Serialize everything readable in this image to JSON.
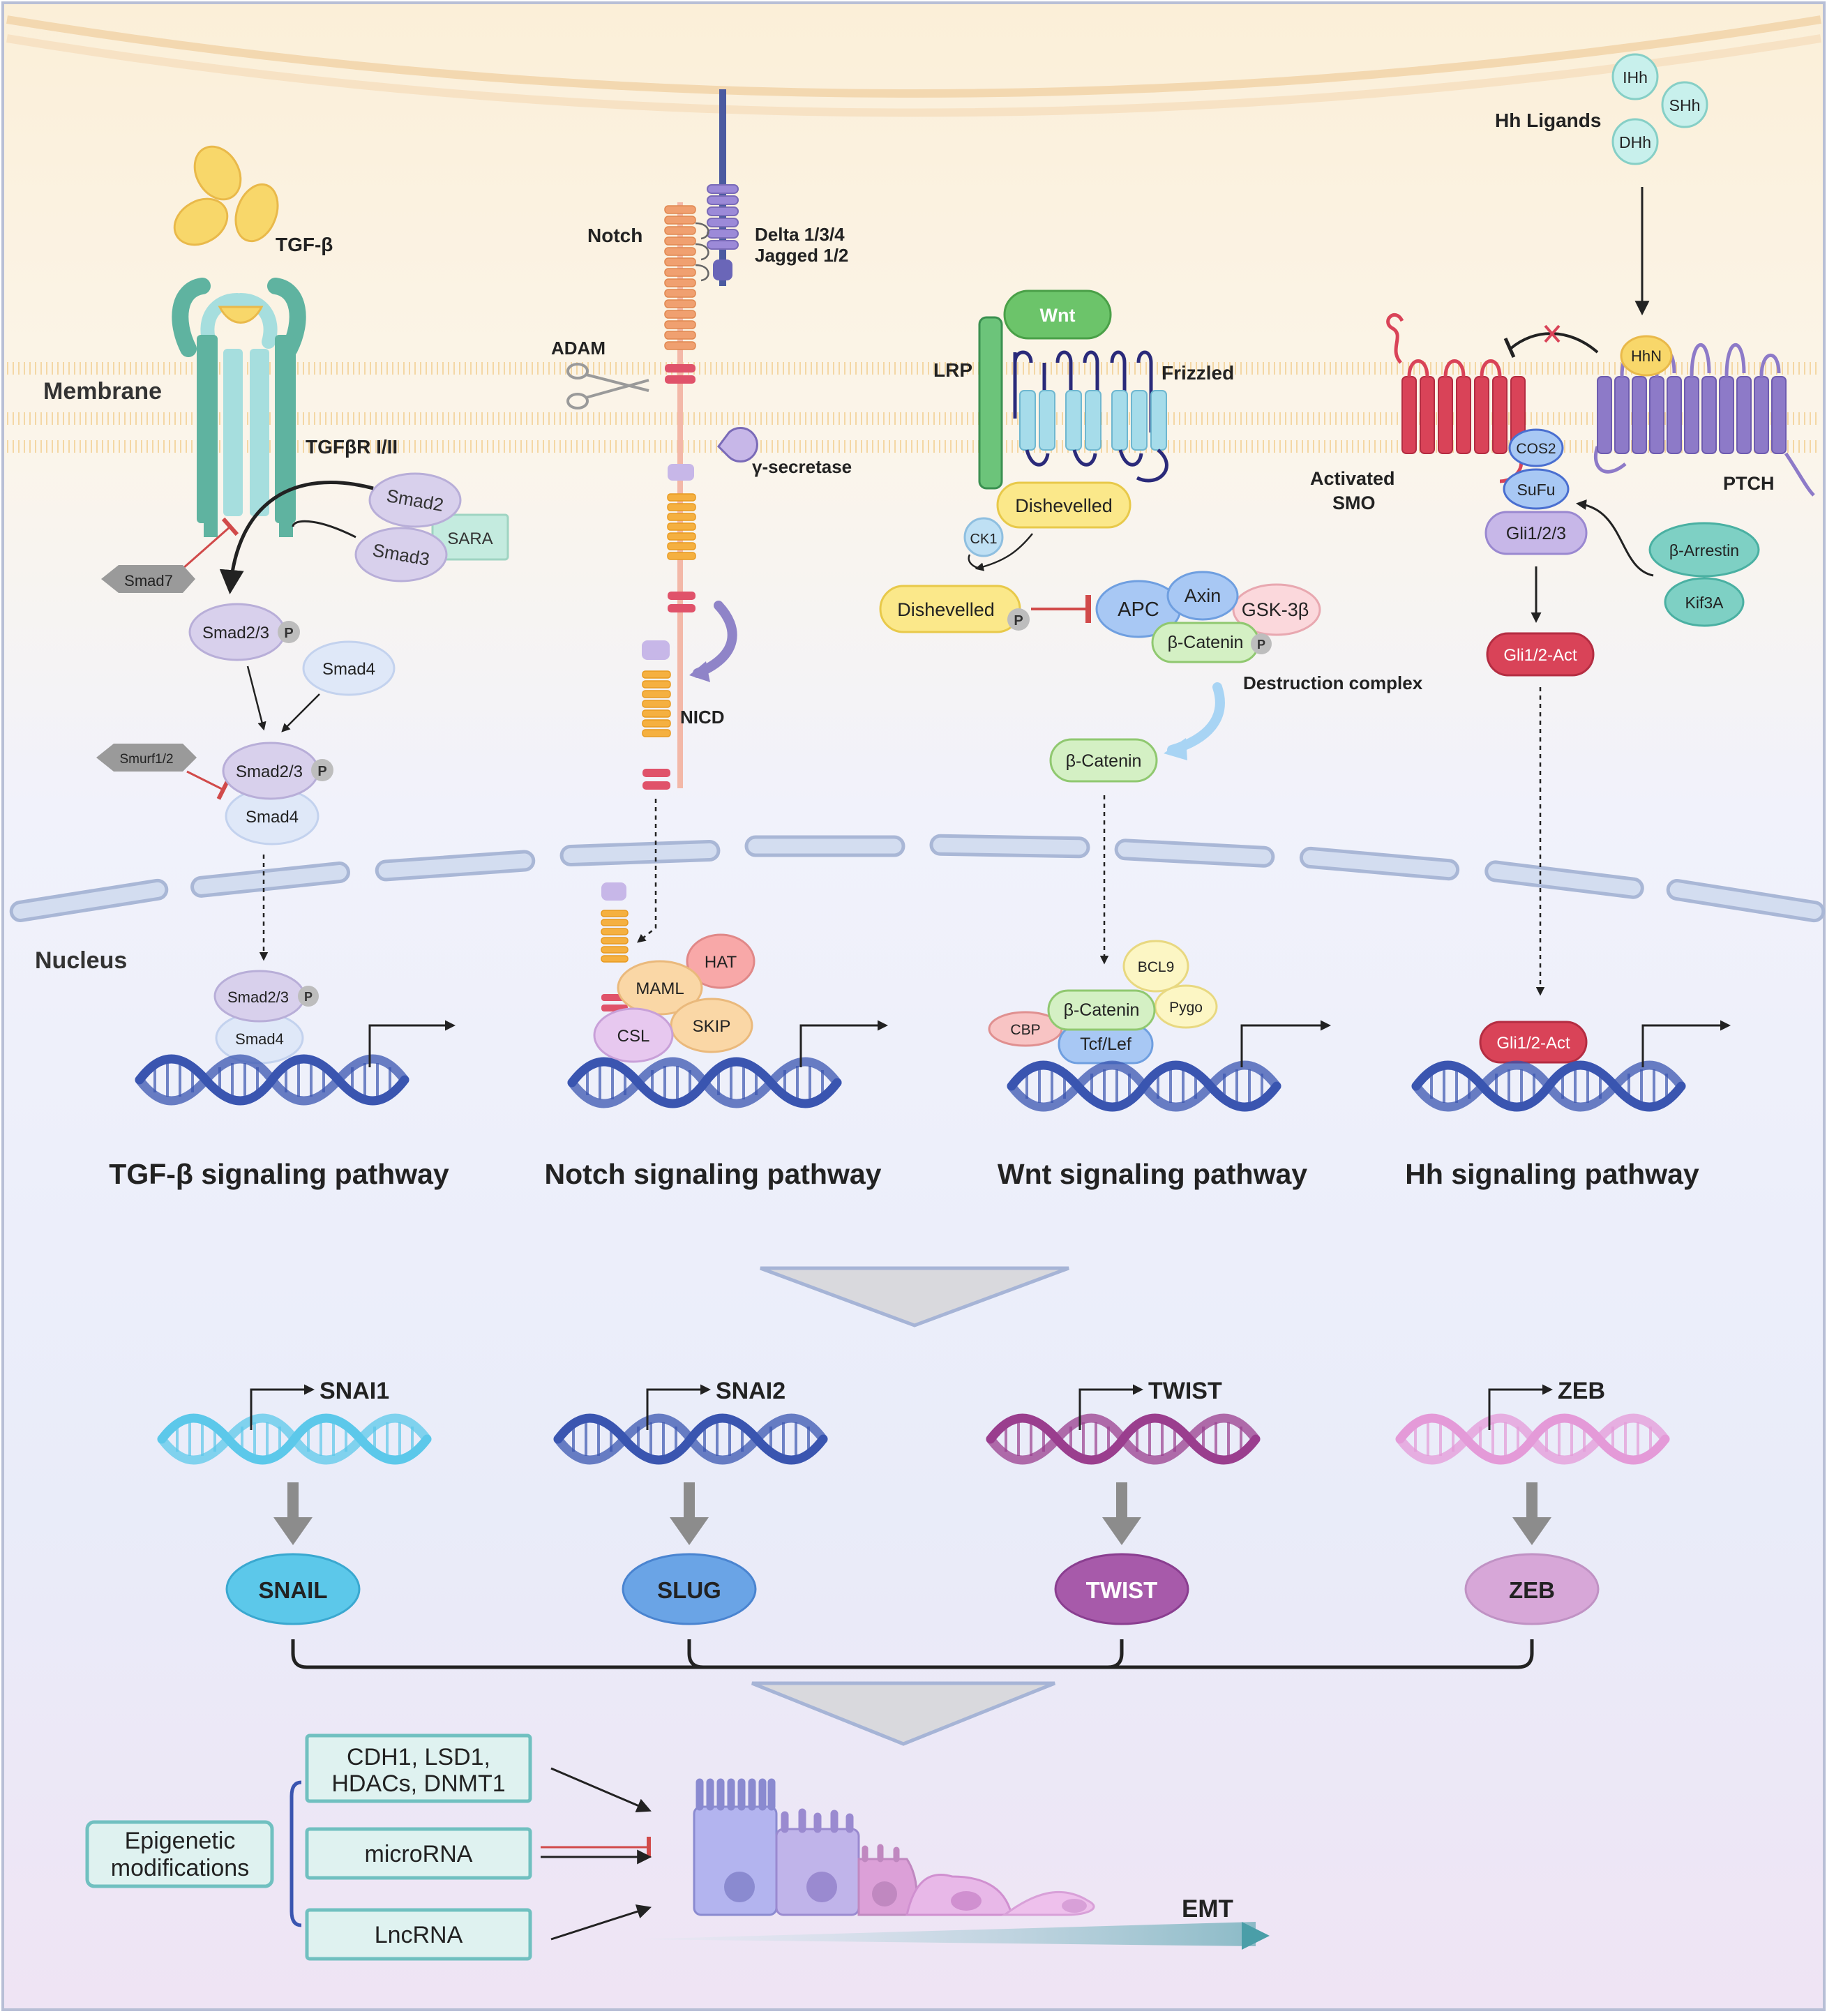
{
  "tgf": {
    "ligand": "TGF-β",
    "membrane": "Membrane",
    "receptor": "TGFβR I/II",
    "smad2": "Smad2",
    "smad3": "Smad3",
    "sara": "SARA",
    "smad7": "Smad7",
    "smad23": "Smad2/3",
    "p": "P",
    "smad4": "Smad4",
    "smurf": "Smurf1/2",
    "nucleus": "Nucleus",
    "title": "TGF-β signaling pathway"
  },
  "notch": {
    "notch": "Notch",
    "delta": "Delta 1/3/4",
    "jagged": "Jagged 1/2",
    "adam": "ADAM",
    "gsec": "γ-secretase",
    "nicd": "NICD",
    "hat": "HAT",
    "maml": "MAML",
    "csl": "CSL",
    "skip": "SKIP",
    "title": "Notch signaling pathway"
  },
  "wnt": {
    "wnt": "Wnt",
    "lrp": "LRP",
    "frizzled": "Frizzled",
    "dvl": "Dishevelled",
    "ck1": "CK1",
    "p": "P",
    "apc": "APC",
    "axin": "Axin",
    "gsk": "GSK-3β",
    "bcat": "β-Catenin",
    "destruction": "Destruction complex",
    "bcl9": "BCL9",
    "pygo": "Pygo",
    "cbp": "CBP",
    "tcf": "Tcf/Lef",
    "title": "Wnt signaling pathway"
  },
  "hh": {
    "ihh": "IHh",
    "shh": "SHh",
    "dhh": "DHh",
    "ligands": "Hh Ligands",
    "hhn": "HhN",
    "activated": "Activated",
    "smo": "SMO",
    "ptch": "PTCH",
    "cos2": "COS2",
    "sufu": "SuFu",
    "gli": "Gli1/2/3",
    "barrestin": "β-Arrestin",
    "kif3a": "Kif3A",
    "gliact": "Gli1/2-Act",
    "title": "Hh signaling pathway"
  },
  "genes": {
    "g1": "SNAI1",
    "g2": "SNAI2",
    "g3": "TWIST",
    "g4": "ZEB",
    "p1": "SNAIL",
    "p2": "SLUG",
    "p3": "TWIST",
    "p4": "ZEB"
  },
  "bottom": {
    "epi1": "Epigenetic",
    "epi2": "modifications",
    "box1a": "CDH1, LSD1,",
    "box1b": "HDACs, DNMT1",
    "box2": "microRNA",
    "box3": "LncRNA",
    "emt": "EMT"
  },
  "colors": {
    "tgf_receptor": "#5fb3a0",
    "smad": "#d8d0ec",
    "notch": "#f0a070",
    "nicd": "#f5b040",
    "wnt_green": "#6cc46a",
    "dishevelled": "#fbe88a",
    "hh_smo": "#d94358",
    "ptch": "#8d7ac8",
    "snail": "#5cc8ea",
    "slug": "#6aa4e6",
    "twist": "#a75aaa",
    "zeb": "#d7a7d8",
    "box": "#70c0c0",
    "emt_arrow": "#4a9ea8"
  }
}
